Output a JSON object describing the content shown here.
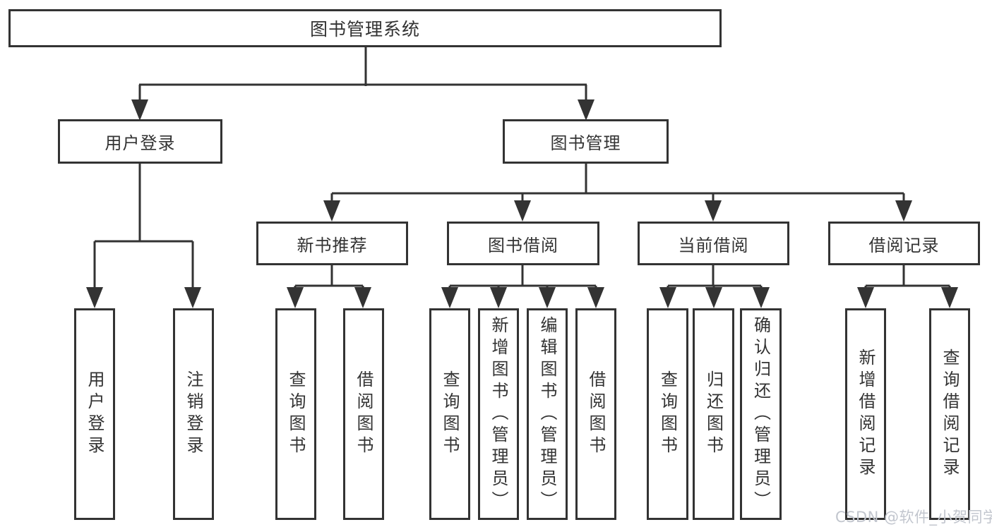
{
  "nodes": {
    "root": "图书管理系统",
    "user_login": "用户登录",
    "book_mgmt": "图书管理",
    "l3": [
      "新书推荐",
      "图书借阅",
      "当前借阅",
      "借阅记录"
    ],
    "leaves": {
      "user_login": [
        "用户登录",
        "注销登录"
      ],
      "new_book": [
        "查询图书",
        "借阅图书"
      ],
      "book_borrow": [
        "查询图书",
        "新增图书（管理员）",
        "编辑图书（管理员）",
        "借阅图书"
      ],
      "current_borrow": [
        "查询图书",
        "归还图书",
        "确认归还（管理员）"
      ],
      "records": [
        "新增借阅记录",
        "查询借阅记录"
      ]
    }
  },
  "colors": {
    "line": "#333333",
    "text": "#333333",
    "background": "#ffffff",
    "watermark": "#c2c6ce"
  },
  "watermark": "CSDN @软件_小贺同学"
}
